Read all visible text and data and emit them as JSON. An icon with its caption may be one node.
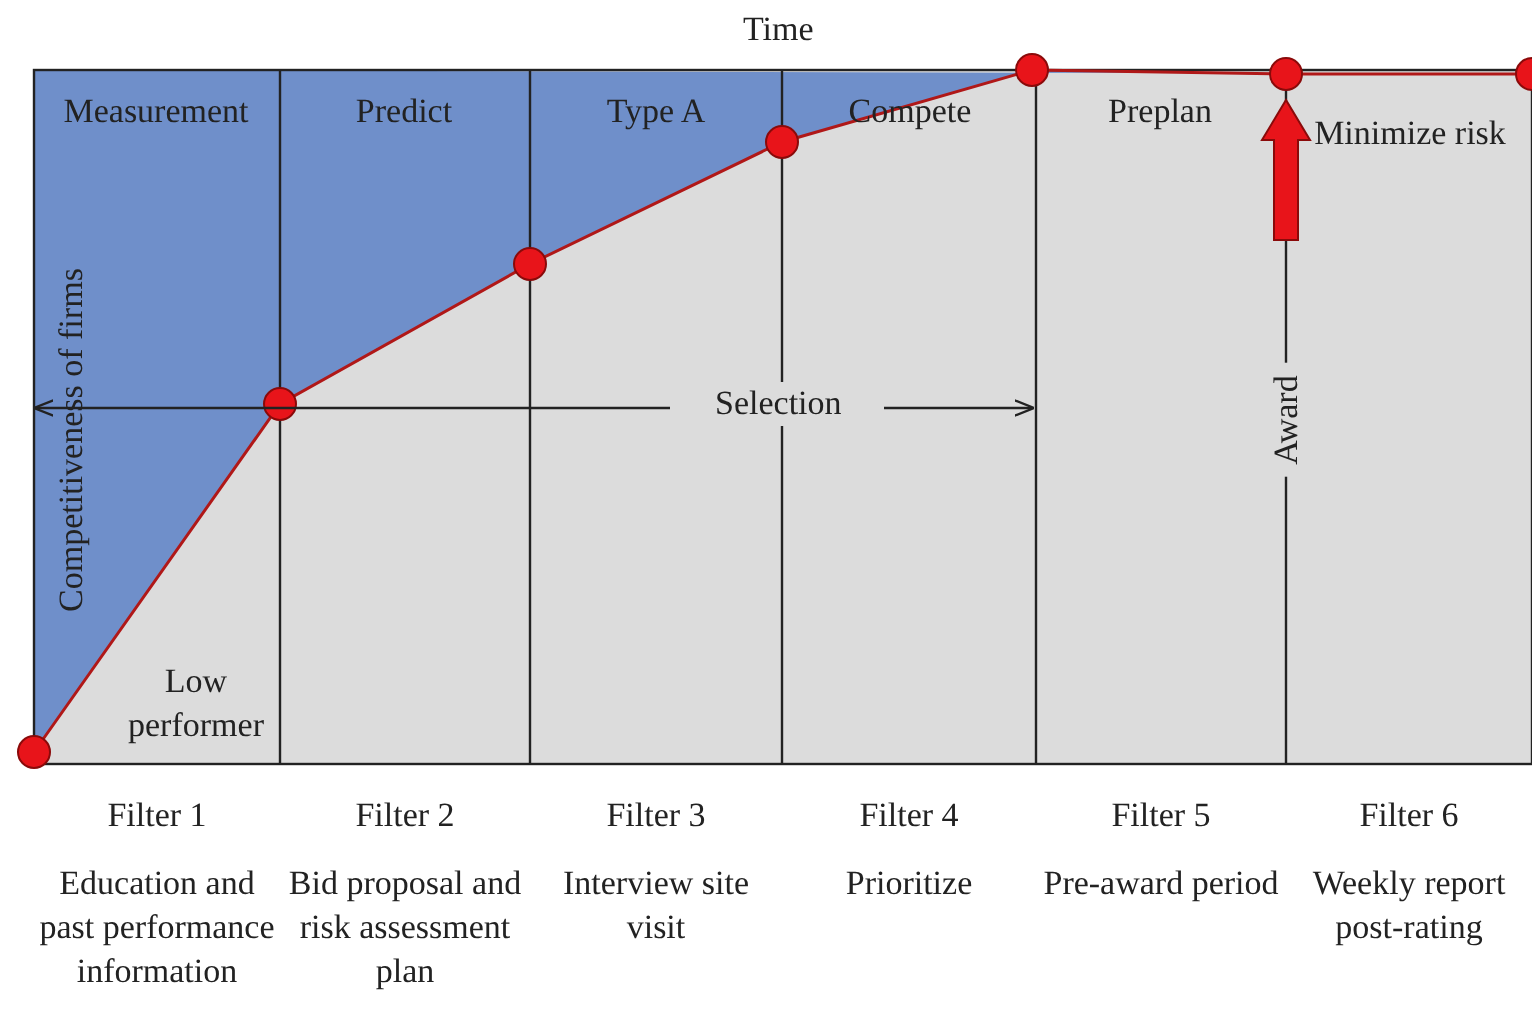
{
  "diagram": {
    "title": "Time",
    "labels": [
      "Measurement",
      "Predict",
      "Type A",
      "Compete",
      "Preplan",
      "Minimize risk",
      "Competitiveness of firms",
      "Selection",
      "Award",
      "Low performer",
      "Filter 1",
      "Education and past performance information",
      "Filter 2",
      "Bid proposal and risk assessment plan",
      "Filter 3",
      "Interview site visit",
      "Filter 4",
      "Prioritize",
      "Filter 5",
      "Pre-award period",
      "Filter 6",
      "Weekly report post-rating"
    ]
  }
}
